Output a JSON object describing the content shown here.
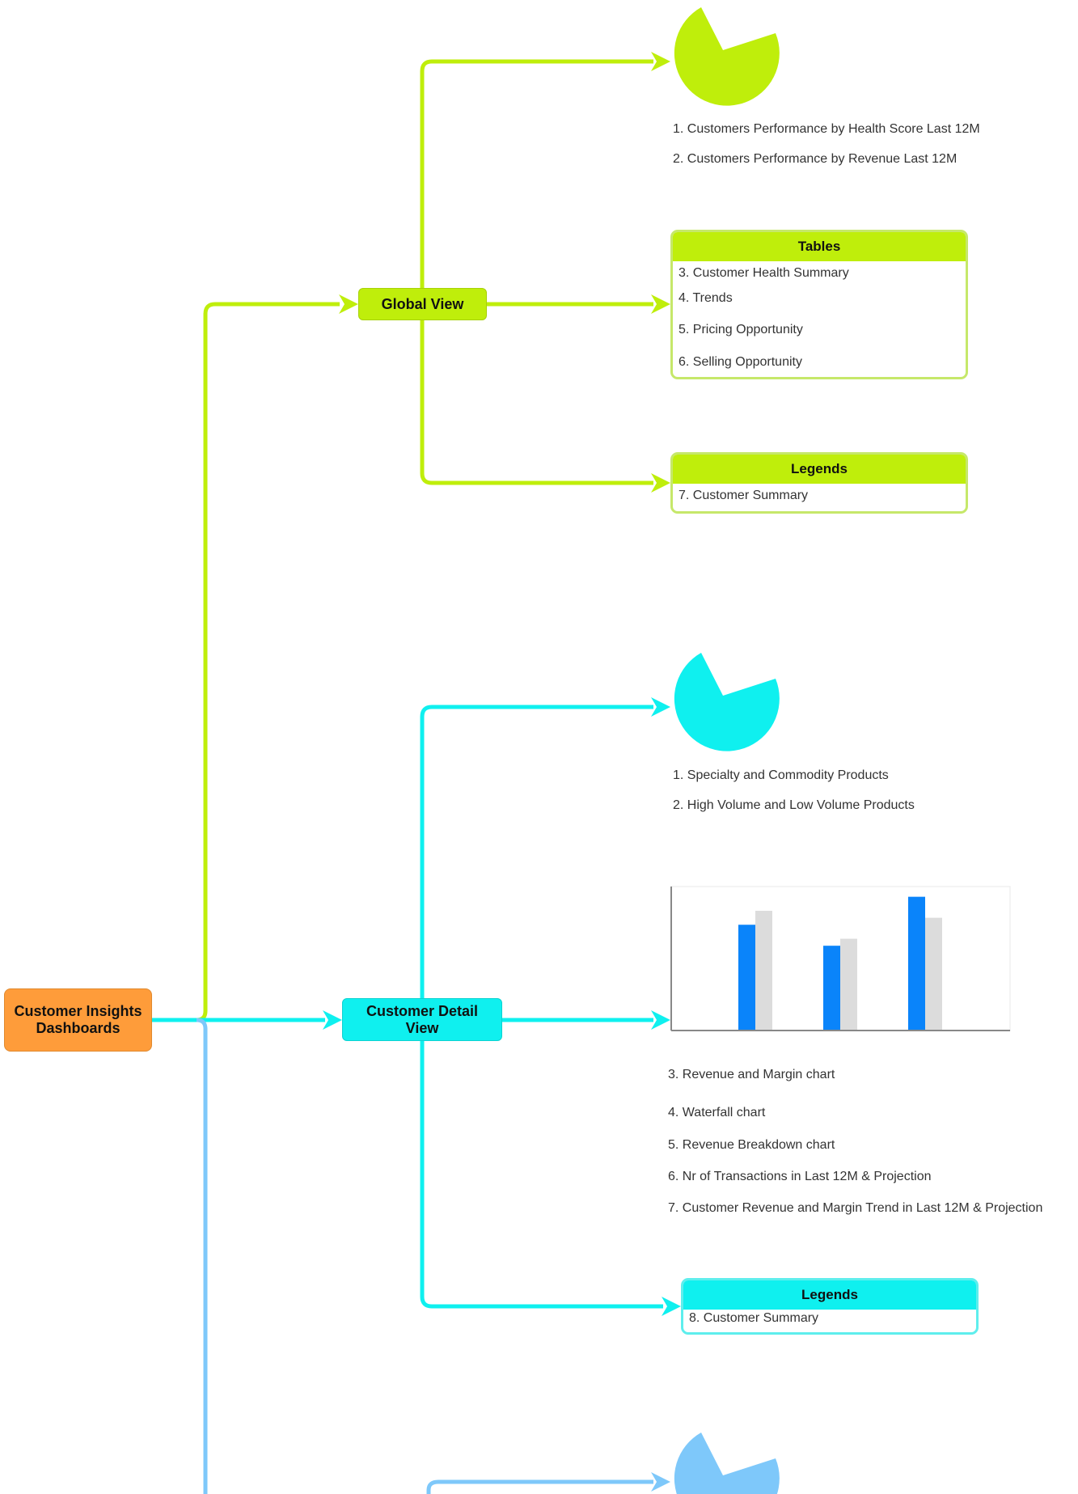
{
  "colors": {
    "lime": "#bfee0b",
    "cyan": "#0ff0ef",
    "blue": "#7ec8fa",
    "orange": "#fe9c3a"
  },
  "root": {
    "label_line1": "Customer Insights",
    "label_line2": "Dashboards"
  },
  "global_view": {
    "label": "Global View",
    "pie_items": [
      "1. Customers Performance by Health Score Last 12M",
      "2. Customers Performance by Revenue Last 12M"
    ],
    "tables": {
      "title": "Tables",
      "items": [
        "3. Customer Health Summary",
        "4. Trends",
        "5. Pricing Opportunity",
        "6. Selling Opportunity"
      ]
    },
    "legends": {
      "title": "Legends",
      "items": [
        "7. Customer Summary"
      ]
    }
  },
  "customer_detail_view": {
    "label_line1": "Customer Detail",
    "label_line2": "View",
    "pie_items": [
      "1. Specialty and Commodity Products",
      "2. High Volume and Low Volume Products"
    ],
    "chart_items": [
      "3. Revenue and Margin chart",
      "4. Waterfall chart",
      "5. Revenue Breakdown chart",
      "6. Nr of Transactions in Last 12M & Projection",
      "7. Customer Revenue and Margin Trend in Last 12M & Projection"
    ],
    "legends": {
      "title": "Legends",
      "items": [
        "8. Customer Summary"
      ]
    }
  },
  "chart_data": {
    "type": "bar",
    "title": "",
    "xlabel": "",
    "ylabel": "",
    "categories": [
      "",
      "",
      ""
    ],
    "series": [
      {
        "color": "#0a84fa",
        "values": [
          0.75,
          0.6,
          0.95
        ]
      },
      {
        "color": "#dcdcdc",
        "values": [
          0.85,
          0.65,
          0.8
        ]
      }
    ],
    "ylim": [
      0,
      1
    ],
    "grid": false
  }
}
